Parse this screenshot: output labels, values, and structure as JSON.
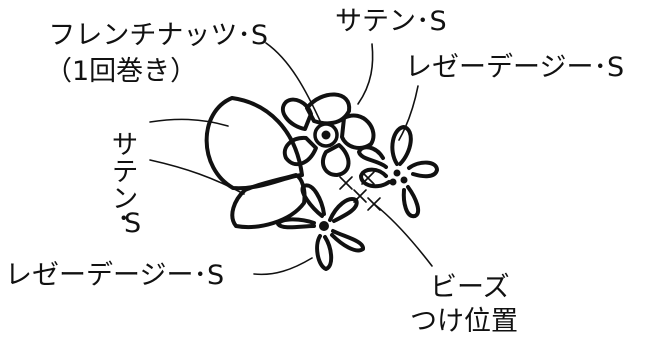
{
  "labels": {
    "french_knot_title": "フレンチナッツ･S",
    "french_knot_note": "（1回巻き）",
    "satin_top": "サテン･S",
    "lazy_daisy_right": "レゼーデージー･S",
    "satin_left_line1": "サテン･",
    "satin_left_line2": "S",
    "lazy_daisy_bottom": "レゼーデージー･S",
    "beads_line1": "ビーズ",
    "beads_line2": "つけ位置"
  }
}
